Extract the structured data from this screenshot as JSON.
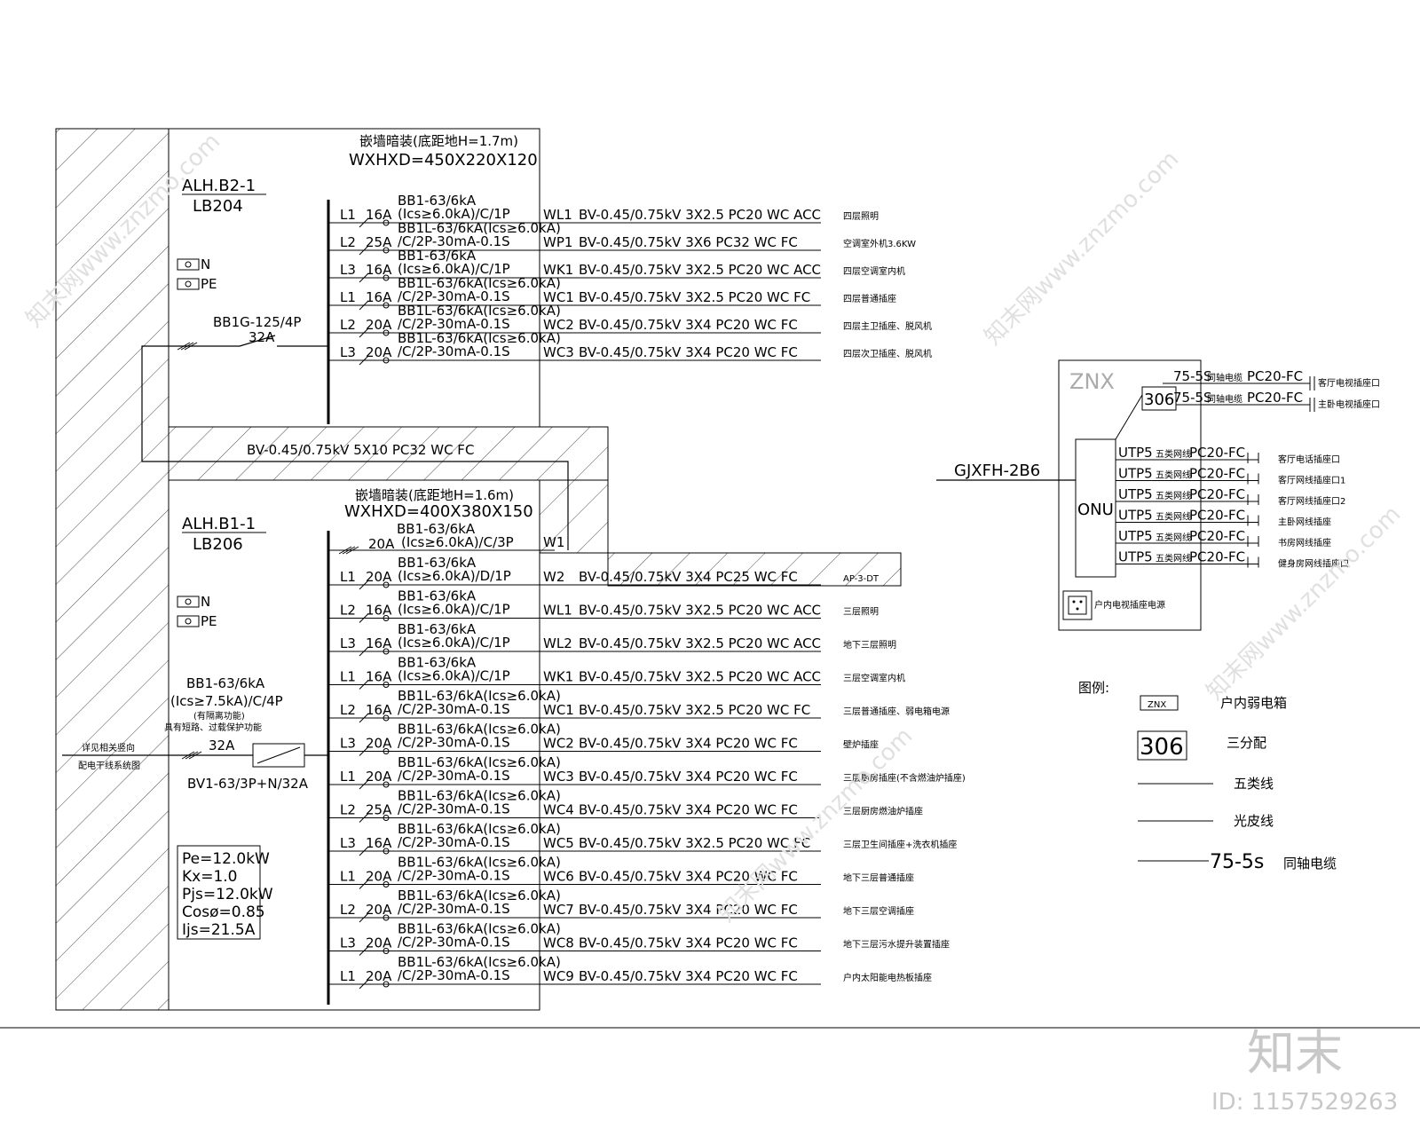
{
  "panel_b2": {
    "name": "ALH.B2-1",
    "sub": "LB204",
    "install": "嵌墙暗装(底距地H=1.7m)",
    "box": "WXHXD=450X220X120",
    "n_label": "N",
    "pe_label": "PE",
    "main_breaker": "BB1G-125/4P",
    "main_rating": "32A",
    "circuits": [
      {
        "phase": "L1",
        "rating": "16A",
        "breaker1": "BB1-63/6kA",
        "breaker2": "(Ics≥6.0kA)/C/1P",
        "id": "WL1",
        "cable": "BV-0.45/0.75kV 3X2.5 PC20 WC ACC",
        "desc": "四层照明"
      },
      {
        "phase": "L2",
        "rating": "25A",
        "breaker1": "BB1L-63/6kA(Ics≥6.0kA)",
        "breaker2": "/C/2P-30mA-0.1S",
        "id": "WP1",
        "cable": "BV-0.45/0.75kV 3X6 PC32 WC FC",
        "desc": "空调室外机3.6KW"
      },
      {
        "phase": "L3",
        "rating": "16A",
        "breaker1": "BB1-63/6kA",
        "breaker2": "(Ics≥6.0kA)/C/1P",
        "id": "WK1",
        "cable": "BV-0.45/0.75kV 3X2.5 PC20 WC ACC",
        "desc": "四层空调室内机"
      },
      {
        "phase": "L1",
        "rating": "16A",
        "breaker1": "BB1L-63/6kA(Ics≥6.0kA)",
        "breaker2": "/C/2P-30mA-0.1S",
        "id": "WC1",
        "cable": "BV-0.45/0.75kV 3X2.5 PC20 WC FC",
        "desc": "四层普通插座"
      },
      {
        "phase": "L2",
        "rating": "20A",
        "breaker1": "BB1L-63/6kA(Ics≥6.0kA)",
        "breaker2": "/C/2P-30mA-0.1S",
        "id": "WC2",
        "cable": "BV-0.45/0.75kV 3X4 PC20 WC FC",
        "desc": "四层主卫插座、脱风机"
      },
      {
        "phase": "L3",
        "rating": "20A",
        "breaker1": "BB1L-63/6kA(Ics≥6.0kA)",
        "breaker2": "/C/2P-30mA-0.1S",
        "id": "WC3",
        "cable": "BV-0.45/0.75kV 3X4 PC20 WC FC",
        "desc": "四层次卫插座、脱风机"
      }
    ]
  },
  "link_cable": "BV-0.45/0.75kV 5X10 PC32 WC FC",
  "panel_b1": {
    "name": "ALH.B1-1",
    "sub": "LB206",
    "install": "嵌墙暗装(底距地H=1.6m)",
    "box": "WXHXD=400X380X150",
    "n_label": "N",
    "pe_label": "PE",
    "main_breaker1": "BB1-63/6kA",
    "main_breaker2": "(Ics≥7.5kA)/C/4P",
    "main_note1": "(有隔离功能)",
    "main_note2": "具有短路、过载保护功能",
    "main_rating": "32A",
    "isolator": "BV1-63/3P+N/32A",
    "feed_note1": "详见相关竖向",
    "feed_note2": "配电干线系统图",
    "calc": [
      "Pe=12.0kW",
      "Kx=1.0",
      "Pjs=12.0kW",
      "Cosø=0.85",
      "Ijs=21.5A"
    ],
    "w1": {
      "rating": "20A",
      "breaker1": "BB1-63/6kA",
      "breaker2": "(Ics≥6.0kA)/C/3P",
      "id": "W1"
    },
    "circuits": [
      {
        "phase": "L1",
        "rating": "20A",
        "breaker1": "BB1-63/6kA",
        "breaker2": "(Ics≥6.0kA)/D/1P",
        "id": "W2",
        "cable": "BV-0.45/0.75kV 3X4 PC25 WC FC",
        "desc": "AP-3-DT"
      },
      {
        "phase": "L2",
        "rating": "16A",
        "breaker1": "BB1-63/6kA",
        "breaker2": "(Ics≥6.0kA)/C/1P",
        "id": "WL1",
        "cable": "BV-0.45/0.75kV 3X2.5 PC20 WC ACC",
        "desc": "三层照明"
      },
      {
        "phase": "L3",
        "rating": "16A",
        "breaker1": "BB1-63/6kA",
        "breaker2": "(Ics≥6.0kA)/C/1P",
        "id": "WL2",
        "cable": "BV-0.45/0.75kV 3X2.5 PC20 WC ACC",
        "desc": "地下三层照明"
      },
      {
        "phase": "L1",
        "rating": "16A",
        "breaker1": "BB1-63/6kA",
        "breaker2": "(Ics≥6.0kA)/C/1P",
        "id": "WK1",
        "cable": "BV-0.45/0.75kV 3X2.5 PC20 WC ACC",
        "desc": "三层空调室内机"
      },
      {
        "phase": "L2",
        "rating": "16A",
        "breaker1": "BB1L-63/6kA(Ics≥6.0kA)",
        "breaker2": "/C/2P-30mA-0.1S",
        "id": "WC1",
        "cable": "BV-0.45/0.75kV 3X2.5 PC20 WC FC",
        "desc": "三层普通插座、弱电箱电源"
      },
      {
        "phase": "L3",
        "rating": "20A",
        "breaker1": "BB1L-63/6kA(Ics≥6.0kA)",
        "breaker2": "/C/2P-30mA-0.1S",
        "id": "WC2",
        "cable": "BV-0.45/0.75kV 3X4 PC20 WC FC",
        "desc": "壁炉插座"
      },
      {
        "phase": "L1",
        "rating": "20A",
        "breaker1": "BB1L-63/6kA(Ics≥6.0kA)",
        "breaker2": "/C/2P-30mA-0.1S",
        "id": "WC3",
        "cable": "BV-0.45/0.75kV 3X4 PC20 WC FC",
        "desc": "三层厨房插座(不含燃油炉插座)"
      },
      {
        "phase": "L2",
        "rating": "25A",
        "breaker1": "BB1L-63/6kA(Ics≥6.0kA)",
        "breaker2": "/C/2P-30mA-0.1S",
        "id": "WC4",
        "cable": "BV-0.45/0.75kV 3X4 PC20 WC FC",
        "desc": "三层厨房燃油炉插座"
      },
      {
        "phase": "L3",
        "rating": "16A",
        "breaker1": "BB1L-63/6kA(Ics≥6.0kA)",
        "breaker2": "/C/2P-30mA-0.1S",
        "id": "WC5",
        "cable": "BV-0.45/0.75kV 3X2.5 PC20 WC FC",
        "desc": "三层卫生间插座+洗衣机插座"
      },
      {
        "phase": "L1",
        "rating": "20A",
        "breaker1": "BB1L-63/6kA(Ics≥6.0kA)",
        "breaker2": "/C/2P-30mA-0.1S",
        "id": "WC6",
        "cable": "BV-0.45/0.75kV 3X4 PC20 WC FC",
        "desc": "地下三层普通插座"
      },
      {
        "phase": "L2",
        "rating": "20A",
        "breaker1": "BB1L-63/6kA(Ics≥6.0kA)",
        "breaker2": "/C/2P-30mA-0.1S",
        "id": "WC7",
        "cable": "BV-0.45/0.75kV 3X4 PC20 WC FC",
        "desc": "地下三层空调插座"
      },
      {
        "phase": "L3",
        "rating": "20A",
        "breaker1": "BB1L-63/6kA(Ics≥6.0kA)",
        "breaker2": "/C/2P-30mA-0.1S",
        "id": "WC8",
        "cable": "BV-0.45/0.75kV 3X4 PC20 WC FC",
        "desc": "地下三层污水提升装置插座"
      },
      {
        "phase": "L1",
        "rating": "20A",
        "breaker1": "BB1L-63/6kA(Ics≥6.0kA)",
        "breaker2": "/C/2P-30mA-0.1S",
        "id": "WC9",
        "cable": "BV-0.45/0.75kV 3X4 PC20 WC FC",
        "desc": "户内太阳能电热板插座"
      }
    ]
  },
  "weak": {
    "box_label": "ZNX",
    "incoming": "GJXFH-2B6",
    "splitter": "306",
    "onu": "ONU",
    "coax": [
      {
        "cable": "75-5S",
        "type": "同轴电缆",
        "conduit": "PC20-FC",
        "desc": "客厅电视插座口"
      },
      {
        "cable": "75-5S",
        "type": "同轴电缆",
        "conduit": "PC20-FC",
        "desc": "主卧电视插座口"
      }
    ],
    "utp": [
      {
        "cable": "UTP5",
        "type": "五类网线",
        "conduit": "PC20-FC",
        "desc": "客厅电话插座口"
      },
      {
        "cable": "UTP5",
        "type": "五类网线",
        "conduit": "PC20-FC",
        "desc": "客厅网线插座口1"
      },
      {
        "cable": "UTP5",
        "type": "五类网线",
        "conduit": "PC20-FC",
        "desc": "客厅网线插座口2"
      },
      {
        "cable": "UTP5",
        "type": "五类网线",
        "conduit": "PC20-FC",
        "desc": "主卧网线插座"
      },
      {
        "cable": "UTP5",
        "type": "五类网线",
        "conduit": "PC20-FC",
        "desc": "书房网线插座"
      },
      {
        "cable": "UTP5",
        "type": "五类网线",
        "conduit": "PC20-FC",
        "desc": "健身房网线插座口"
      }
    ],
    "socket_note": "户内电视插座电源"
  },
  "legend": {
    "title": "图例:",
    "znx_box": "ZNX",
    "znx_desc": "户内弱电箱",
    "splitter_box": "306",
    "splitter_desc": "三分配",
    "cat5_desc": "五类线",
    "fiber_desc": "光皮线",
    "coax_code": "75-5s",
    "coax_desc": "同轴电缆"
  },
  "brand": {
    "logo": "知末",
    "id_text": "ID: 1157529263",
    "watermark": "知末网www.znzmo.com"
  }
}
